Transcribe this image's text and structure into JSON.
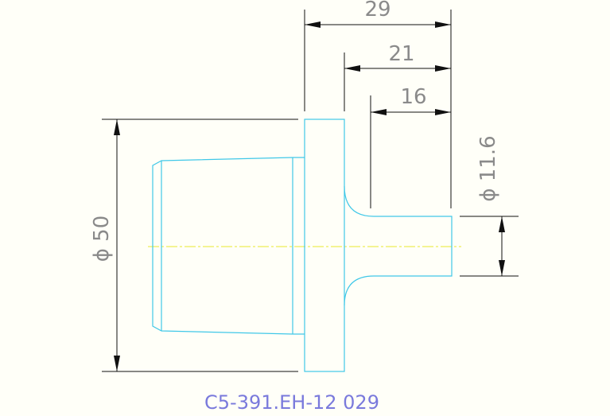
{
  "drawing": {
    "dimensions": {
      "overall_length": "29",
      "mid_length": "21",
      "stem_length": "16",
      "stem_diameter": "ϕ 11.6",
      "flange_diameter": "ϕ 50"
    },
    "part_number": "C5-391.EH-12 029",
    "colors": {
      "background": "#fffff8",
      "geometry": "#40c8e8",
      "dimension_lines": "#111111",
      "dimension_text": "#8a8a8a",
      "centerline": "#e8e830",
      "title_text": "#7a7adc"
    }
  }
}
